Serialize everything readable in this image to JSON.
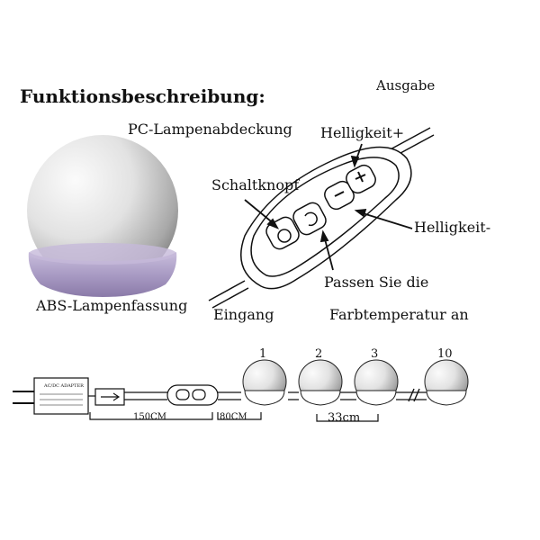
{
  "title": "Funktionsbeschreibung:",
  "labels": {
    "ausgabe": "Ausgabe",
    "pc_cover": "PC-Lampenabdeckung",
    "brightness_up": "Helligkeit+",
    "switch_button": "Schaltknopf",
    "brightness_down": "Helligkeit-",
    "adjust_line1": "Passen Sie die",
    "adjust_line2": "Farbtemperatur an",
    "abs_base": "ABS-Lampenfassung",
    "input": "Eingang"
  },
  "strip": {
    "bulb_numbers": [
      "1",
      "2",
      "3",
      "10"
    ],
    "cable_1": "150CM",
    "cable_2": "80CM",
    "spacing": "33cm",
    "adapter_title": "AC/DC ADAPTER"
  },
  "colors": {
    "line": "#111111",
    "bulb_light": "#f4f4f4",
    "bulb_dark": "#6f6f6f",
    "base_purple": "#a99bc4"
  }
}
